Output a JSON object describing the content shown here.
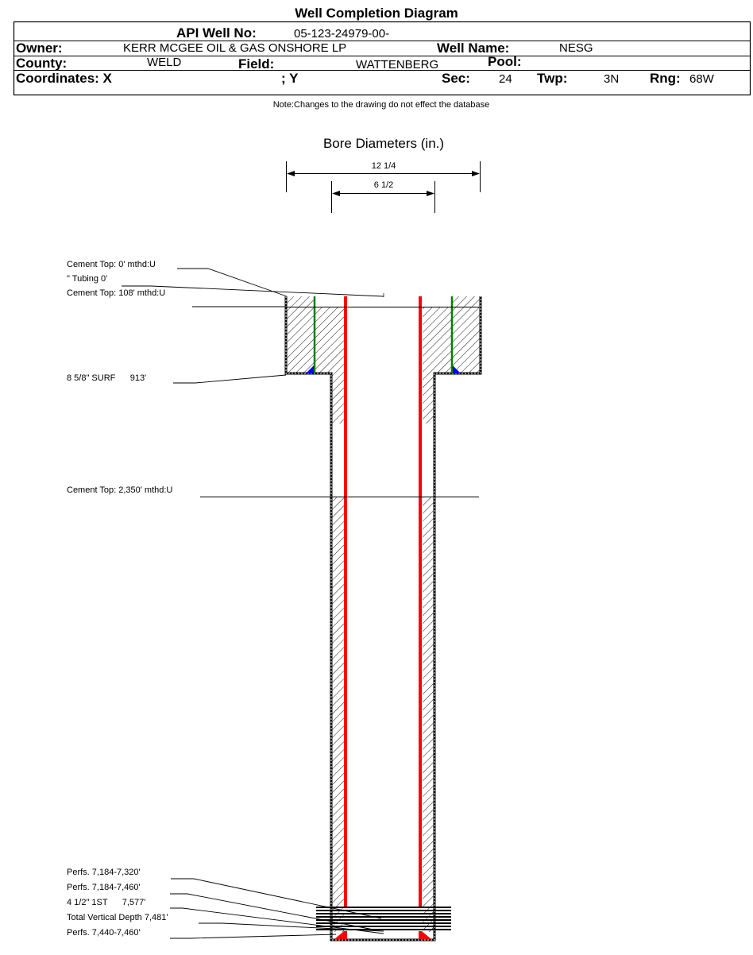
{
  "header": {
    "title": "Well Completion Diagram",
    "api_label": "API Well No:",
    "api_value": "05-123-24979-00-",
    "owner_label": "Owner:",
    "owner_value": "KERR MCGEE OIL & GAS ONSHORE LP",
    "well_name_label": "Well Name:",
    "well_name_value": "NESG",
    "county_label": "County:",
    "county_value": "WELD",
    "field_label": "Field:",
    "field_value": "WATTENBERG",
    "pool_label": "Pool:",
    "coords_label": "Coordinates: X",
    "coords_y_label": "; Y",
    "sec_label": "Sec:",
    "sec_value": "24",
    "twp_label": "Twp:",
    "twp_value": "3N",
    "rng_label": "Rng:",
    "rng_value": "68W"
  },
  "note": "Note:Changes to the drawing do not effect the database",
  "bore": {
    "title": "Bore Diameters (in.)",
    "outer": "12 1/4",
    "inner": "6 1/2"
  },
  "labels": {
    "cement_top_0": "Cement Top: 0' mthd:U",
    "tubing": "\" Tubing 0'",
    "cement_top_108": "Cement Top: 108' mthd:U",
    "surface_casing": "8 5/8\" SURF      913'",
    "cement_top_2350": "Cement Top: 2,350' mthd:U",
    "perfs_1": "Perfs. 7,184-7,320'",
    "perfs_2": "Perfs. 7,184-7,460'",
    "production_casing": "4 1/2\" 1ST      7,577'",
    "tvd": "Total Vertical Depth 7,481'",
    "perfs_3": "Perfs. 7,440-7,460'"
  },
  "colors": {
    "tubing": "#ff0000",
    "surface_casing": "#008000",
    "shoe": "#0000ff"
  }
}
